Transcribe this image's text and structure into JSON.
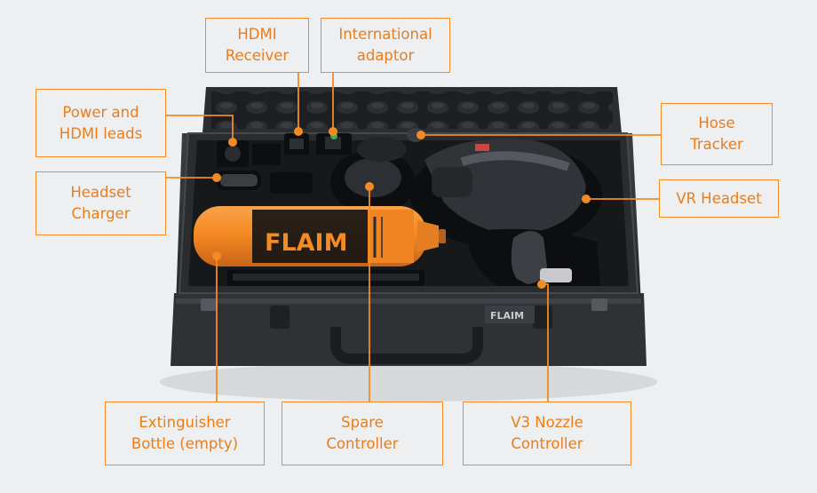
{
  "colors": {
    "accent": "#f28b24",
    "case": "#2a2c2f",
    "background": "#eeeff0"
  },
  "product": {
    "bottle_brand": "FLAIM",
    "case_badge": "FLAIM"
  },
  "labels": {
    "hdmi_receiver": "HDMI\nReceiver",
    "international_adaptor": "International\nadaptor",
    "power_hdmi_leads": "Power and\nHDMI leads",
    "hose_tracker": "Hose\nTracker",
    "headset_charger": "Headset\nCharger",
    "vr_headset": "VR Headset",
    "extinguisher_bottle": "Extinguisher\nBottle (empty)",
    "spare_controller": "Spare\nController",
    "v3_nozzle_controller": "V3 Nozzle\nController"
  }
}
